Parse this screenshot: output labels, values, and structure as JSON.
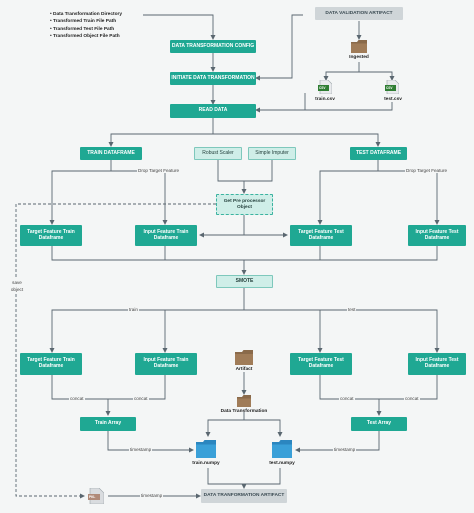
{
  "notes": [
    "Data Transformation Directory",
    "Transformed Train File Path",
    "Transformed Test File Path",
    "Transformed Object File Path"
  ],
  "nodes": {
    "data_validation_artifact": "DATA VALIDATION ARTIFACT",
    "data_transformation_config": "DATA TRANSFORMATION CONFIG",
    "initiate_data_transformation": "INITIATE DATA TRANSFORMATION",
    "read_data": "READ DATA",
    "train_dataframe": "TRAIN DATAFRAME",
    "test_dataframe": "TEST DATAFRAME",
    "robust_scaler": "Robust Scaler",
    "simple_imputer": "Simple Imputer",
    "preprocessor_object": "Get Pre processor Object",
    "target_feature_train_1": "Target Feature Train Dataframe",
    "input_feature_train_1": "Input Feature Train Dataframe",
    "target_feature_test_1": "Target Feature Test Dataframe",
    "input_feature_test_1": "Input Feature Test Dataframe",
    "smote": "SMOTE",
    "target_feature_train_2": "Target Feature Train Dataframe",
    "input_feature_train_2": "Input Feature Train Dataframe",
    "target_feature_test_2": "Target Feature Test Dataframe",
    "input_feature_test_2": "Input Feature Test Dataframe",
    "train_array": "Train Array",
    "test_array": "Test Array",
    "data_transformation_artifact": "DATA TRANFORMATION ARTIFACT"
  },
  "icons": {
    "ingested_label": "Ingested",
    "train_csv_label": "train.csv",
    "test_csv_label": "test.csv",
    "csv_badge": "CSV",
    "artifact_label": "Artifact",
    "data_transformation_label": "Data Transformation",
    "train_numpy_label": "train.numpy",
    "test_numpy_label": "test.numpy",
    "pkl_badge": "PKL"
  },
  "edge_labels": {
    "drop_target_left": "Drop Target Feature",
    "drop_target_right": "Drop Target Feature",
    "save_object": "save object",
    "train": "train",
    "test": "test",
    "concat_1": "concat",
    "concat_2": "concat",
    "concat_3": "concat",
    "concat_4": "concat",
    "timestamp_1": "timestamp",
    "timestamp_2": "timestamp",
    "timestamp_3": "timestamp"
  },
  "colors": {
    "teal": "#1fa893",
    "light_teal": "#cfeee8",
    "grey": "#cfd5d8",
    "line": "#5a6770",
    "folder_brown": "#8a6a4a",
    "folder_blue": "#3aa0d8",
    "csv_green": "#2e7d32",
    "background": "#f4f6f6"
  }
}
